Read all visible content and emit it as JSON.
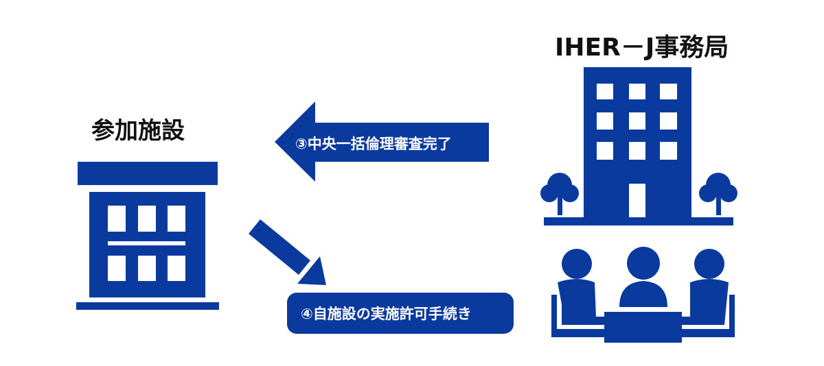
{
  "colors": {
    "primary": "#0B3A9E",
    "text": "#111111",
    "background": "#ffffff"
  },
  "participant_facility": {
    "label": "参加施設",
    "icon": "building-icon"
  },
  "iher_office": {
    "label": "IHER－J事務局",
    "icons": [
      "office-building-with-trees-icon",
      "meeting-people-icon"
    ]
  },
  "steps": [
    {
      "label": "③中央一括倫理審査完了",
      "direction": "to-facility"
    },
    {
      "label": "④自施設の実施許可手続き",
      "direction": "within-facility"
    }
  ]
}
